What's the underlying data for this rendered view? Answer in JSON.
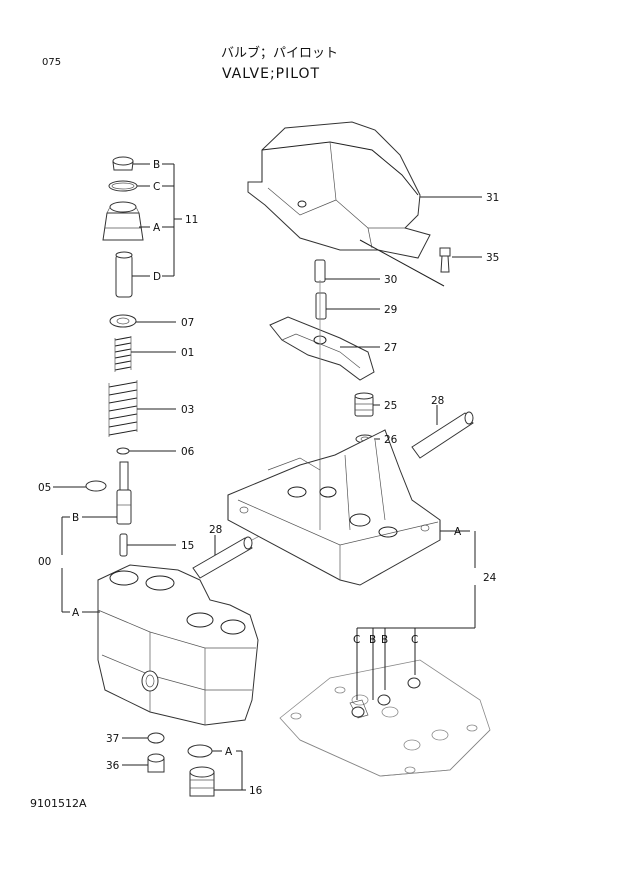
{
  "header": {
    "page_number": "075",
    "title_jp": "バルブ；パイロット",
    "title_en": "VALVE;PILOT"
  },
  "footer": {
    "drawing_number": "9101512A"
  },
  "callouts": {
    "c31": "31",
    "c35": "35",
    "c30": "30",
    "c29": "29",
    "c27": "27",
    "c25": "25",
    "c28a": "28",
    "c26": "26",
    "c28b": "28",
    "c24": "24",
    "cA_24": "A",
    "cB": "B",
    "cC": "C",
    "cA": "A",
    "cD": "D",
    "c11": "11",
    "c07": "07",
    "c01": "01",
    "c03": "03",
    "c06": "06",
    "c05": "05",
    "c00": "00",
    "cB_00": "B",
    "cA_00": "A",
    "c15": "15",
    "c37": "37",
    "c36": "36",
    "cA_16": "A",
    "c16": "16",
    "cC1": "C",
    "cB1": "B",
    "cB2": "B",
    "cC2": "C"
  }
}
